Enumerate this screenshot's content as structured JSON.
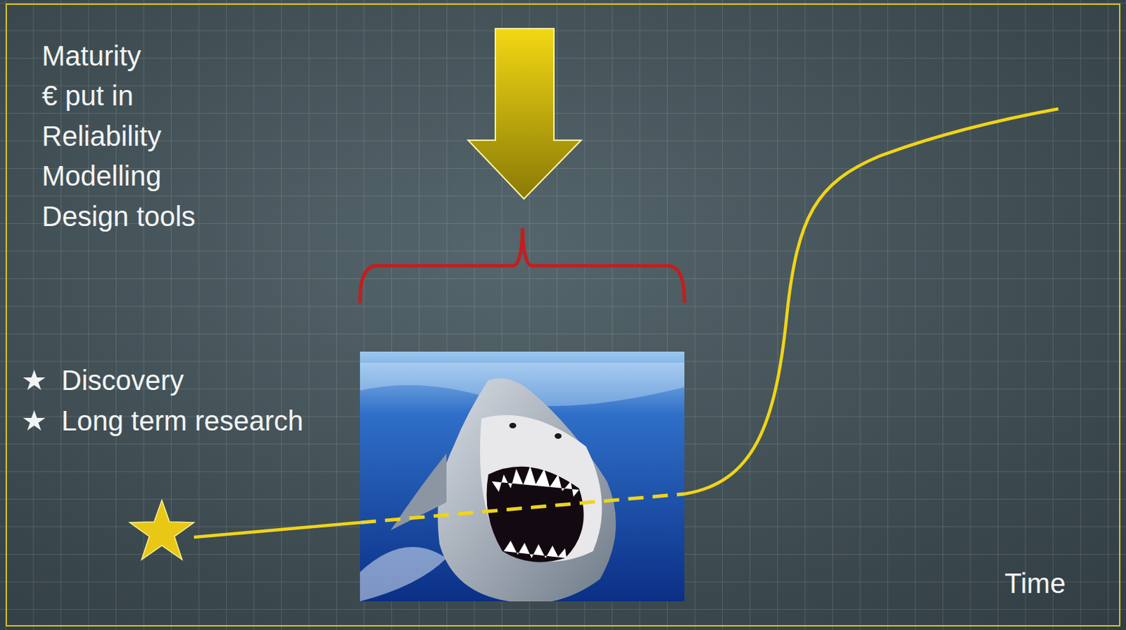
{
  "diagram": {
    "labels": [
      "Maturity",
      "€ put in",
      "Reliability",
      "Modelling",
      "Design tools",
      "Discovery",
      "Long term research",
      "Time"
    ]
  }
}
